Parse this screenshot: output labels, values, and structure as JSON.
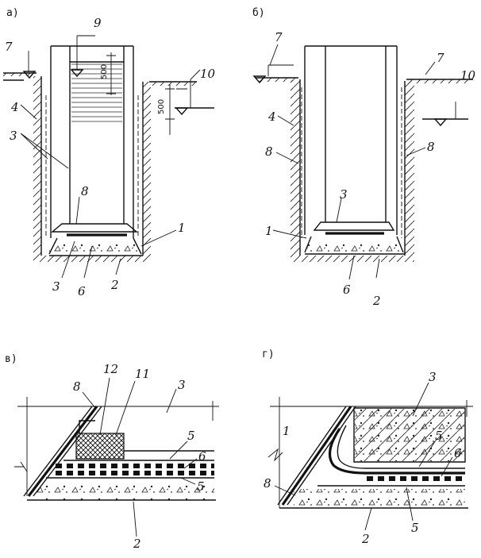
{
  "panels": {
    "a": "а)",
    "b": "б)",
    "v": "в)",
    "g": "г)"
  },
  "dimensions": {
    "d500_top": "500",
    "d500_side": "500"
  },
  "panel_a_labels": {
    "l7": "7",
    "l9": "9",
    "l10": "10",
    "l4": "4",
    "l3a": "3",
    "l8": "8",
    "l1": "1",
    "l3b": "3",
    "l6": "6",
    "l2": "2"
  },
  "panel_b_labels": {
    "l7a": "7",
    "l7b": "7",
    "l10": "10",
    "l4": "4",
    "l8a": "8",
    "l8b": "8",
    "l3": "3",
    "l1": "1",
    "l6": "6",
    "l2": "2"
  },
  "panel_v_labels": {
    "l8": "8",
    "l12": "12",
    "l11": "11",
    "l3": "3",
    "l5a": "5",
    "l6": "6",
    "l5b": "5",
    "l2": "2"
  },
  "panel_g_labels": {
    "l3": "3",
    "l1": "1",
    "l5a": "5",
    "l6": "6",
    "l8": "8",
    "l2": "2",
    "l5b": "5"
  }
}
